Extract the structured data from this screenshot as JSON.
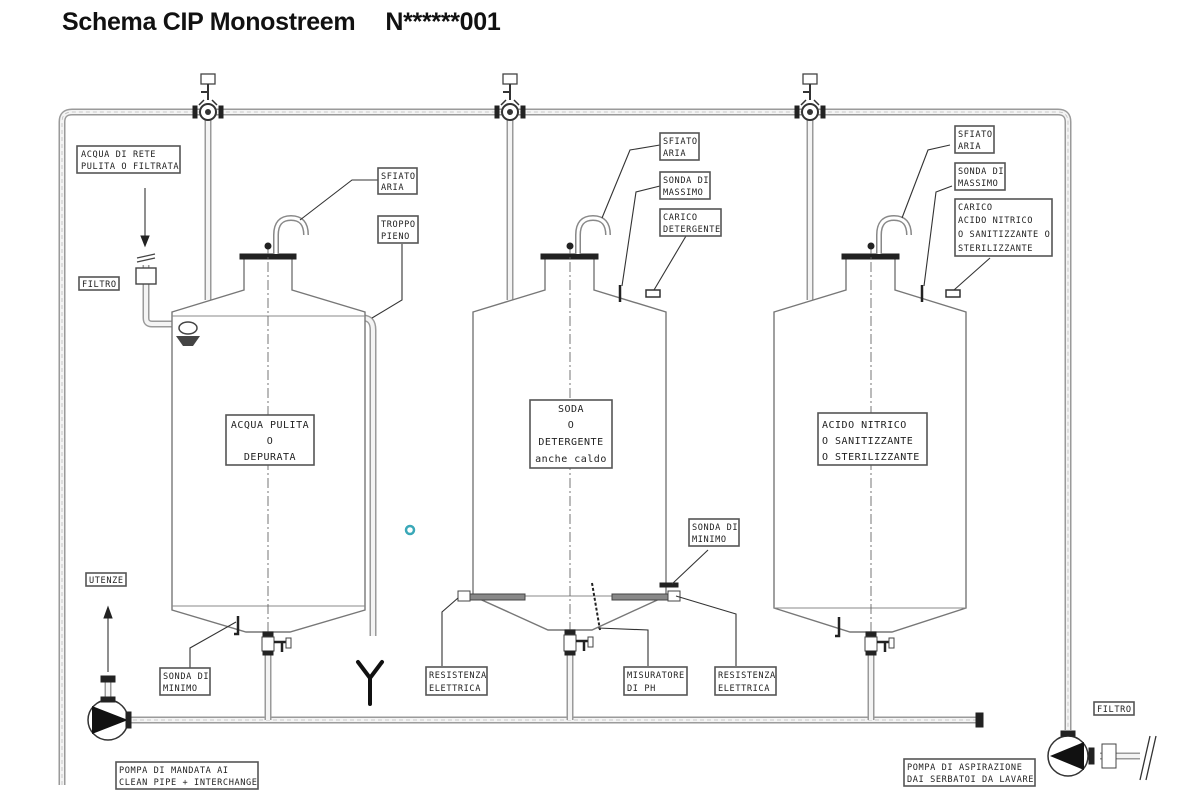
{
  "title": {
    "text": "Schema CIP Monostreem",
    "code": "N******001"
  },
  "diagram": {
    "inlet_water": {
      "line1": "ACQUA DI RETE",
      "line2": "PULITA O FILTRATA"
    },
    "filter_left": "FILTRO",
    "filter_right": "FILTRO",
    "users": "UTENZE",
    "tanks": [
      {
        "name": "tank-water",
        "content": [
          "ACQUA PULITA",
          "O",
          "DEPURATA"
        ],
        "vent": {
          "line1": "SFIATO",
          "line2": "ARIA"
        },
        "overflow": {
          "line1": "TROPPO",
          "line2": "PIENO"
        },
        "min_probe": {
          "line1": "SONDA DI",
          "line2": "MINIMO"
        }
      },
      {
        "name": "tank-detergent",
        "content": [
          "SODA",
          "O",
          "DETERGENTE",
          "anche caldo"
        ],
        "vent": {
          "line1": "SFIATO",
          "line2": "ARIA"
        },
        "max_probe": {
          "line1": "SONDA DI",
          "line2": "MASSIMO"
        },
        "load": {
          "line1": "CARICO",
          "line2": "DETERGENTE"
        },
        "min_probe": {
          "line1": "SONDA DI",
          "line2": "MINIMO"
        },
        "heater_left": {
          "line1": "RESISTENZA",
          "line2": "ELETTRICA"
        },
        "heater_right": {
          "line1": "RESISTENZA",
          "line2": "ELETTRICA"
        },
        "ph_meter": {
          "line1": "MISURATORE",
          "line2": "DI PH"
        }
      },
      {
        "name": "tank-acid",
        "content": [
          "ACIDO NITRICO",
          "O SANITIZZANTE",
          "O STERILIZZANTE"
        ],
        "vent": {
          "line1": "SFIATO",
          "line2": "ARIA"
        },
        "max_probe": {
          "line1": "SONDA DI",
          "line2": "MASSIMO"
        },
        "load": {
          "line1": "CARICO",
          "line2": "ACIDO NITRICO",
          "line3": "O SANITIZZANTE O",
          "line4": "STERILIZZANTE"
        }
      }
    ],
    "supply_pump": {
      "line1": "POMPA DI MANDATA AI",
      "line2": "CLEAN PIPE + INTERCHANGE"
    },
    "suction_pump": {
      "line1": "POMPA DI ASPIRAZIONE",
      "line2": "DAI SERBATOI DA LAVARE"
    },
    "y_symbol": "Y",
    "colors": {
      "line": "#555555",
      "pipe": "#9a9a9a",
      "marker": "#3aa8b8"
    }
  }
}
